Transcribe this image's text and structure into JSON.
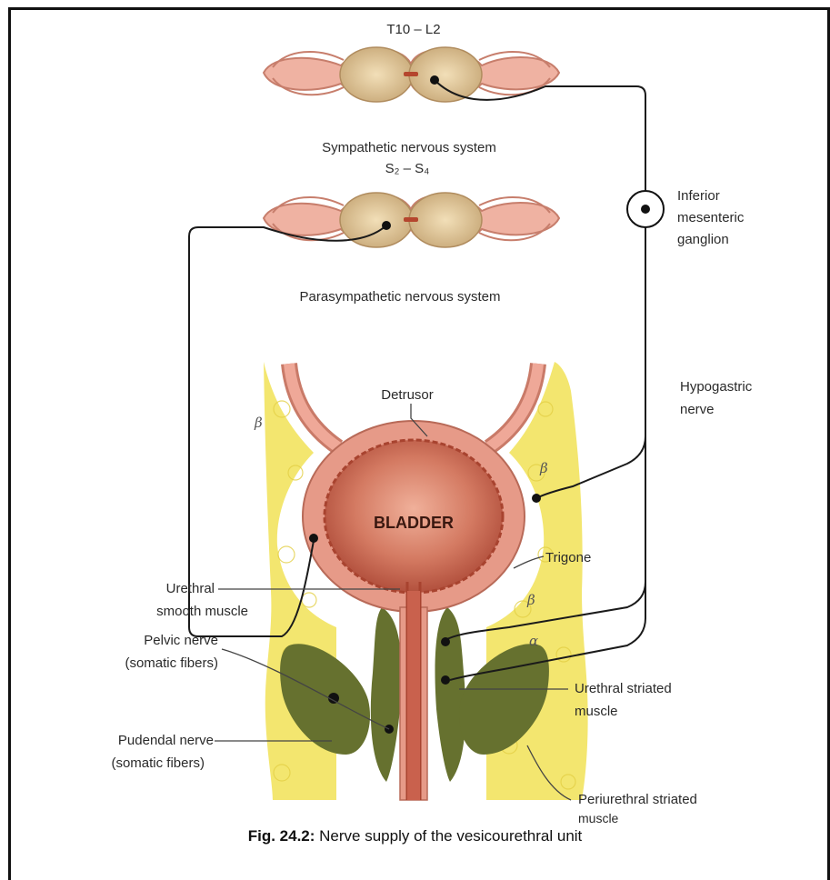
{
  "labels": {
    "spinal_top": "T10 – L2",
    "sympathetic": "Sympathetic nervous system",
    "spinal_sacral": "S₂ – S₄",
    "parasympathetic": "Parasympathetic nervous system",
    "ganglion_1": "Inferior",
    "ganglion_2": "mesenteric",
    "ganglion_3": "ganglion",
    "hypogastric_1": "Hypogastric",
    "hypogastric_2": "nerve",
    "detrusor": "Detrusor",
    "bladder": "BLADDER",
    "trigone": "Trigone",
    "urethral_smooth_1": "Urethral",
    "urethral_smooth_2": "smooth muscle",
    "pelvic_1": "Pelvic nerve",
    "pelvic_2": "(somatic fibers)",
    "pudendal_1": "Pudendal nerve",
    "pudendal_2": "(somatic fibers)",
    "urethral_striated_1": "Urethral striated",
    "urethral_striated_2": "muscle",
    "periurethral_1": "Periurethral striated",
    "periurethral_2": "muscle",
    "beta": "β",
    "alpha": "α"
  },
  "caption": {
    "prefix": "Fig. 24.2:",
    "text": " Nerve supply of the vesicourethral unit"
  },
  "colors": {
    "fat": "#f2e36a",
    "bladder_wall": "#e89a8a",
    "bladder_lumen": "#c9614d",
    "cord_pink": "#f0b8a8",
    "cord_gray": "#d9bf92",
    "muscle_green": "#66712f"
  }
}
